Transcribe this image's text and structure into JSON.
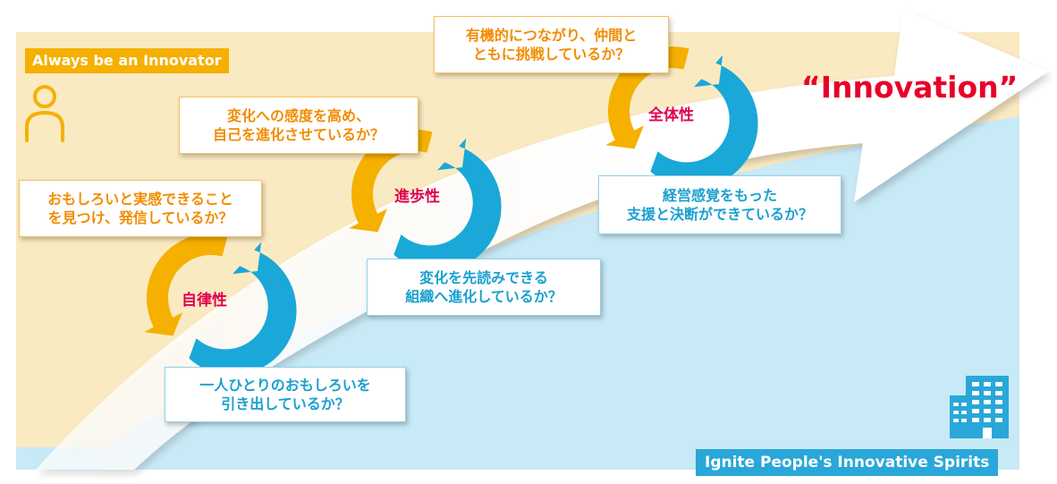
{
  "colors": {
    "cream": "#faeac2",
    "light_blue": "#c8e9f6",
    "orange": "#f5b000",
    "orange_text": "#f28c00",
    "blue": "#1aa8d8",
    "blue_text": "#1aa0d0",
    "magenta": "#e0004f",
    "pink_red": "#e8002a",
    "building_blue": "#29a7d9"
  },
  "banner_top": "Always be an Innovator",
  "banner_bottom": "Ignite People's Innovative Spirits",
  "headline": "“Innovation”",
  "icons": [
    "person-icon",
    "building-icon"
  ],
  "cycles": [
    {
      "label": "自律性",
      "question_top": [
        "おもしろいと実感できること",
        "を見つけ、発信しているか？"
      ],
      "question_bottom": [
        "一人ひとりのおもしろいを",
        "引き出しているか？"
      ]
    },
    {
      "label": "進歩性",
      "question_top": [
        "変化への感度を高め、",
        "自己を進化させているか？"
      ],
      "question_bottom": [
        "変化を先読みできる",
        "組織へ進化しているか？"
      ]
    },
    {
      "label": "全体性",
      "question_top": [
        "有機的につながり、仲間と",
        "ともに挑戦しているか？"
      ],
      "question_bottom": [
        "経営感覚をもった",
        "支援と決断ができているか？"
      ]
    }
  ]
}
